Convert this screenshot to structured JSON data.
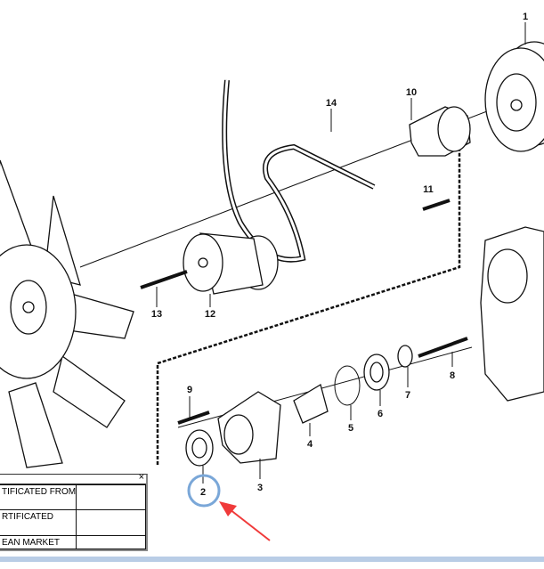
{
  "diagram": {
    "callouts": {
      "c1": "1",
      "c2": "2",
      "c3": "3",
      "c4": "4",
      "c5": "5",
      "c6": "6",
      "c7": "7",
      "c8": "8",
      "c9": "9",
      "c10": "10",
      "c11": "11",
      "c12": "12",
      "c13": "13",
      "c14": "14"
    },
    "highlight_color": "#7aa7d8",
    "arrow_color": "#f03a3a"
  },
  "cert_panel": {
    "close_label": "×",
    "rows": [
      {
        "label": "TIFICATED FROM",
        "value": ""
      },
      {
        "label": "RTIFICATED",
        "value": ""
      },
      {
        "label": "EAN MARKET",
        "value": ""
      }
    ]
  }
}
